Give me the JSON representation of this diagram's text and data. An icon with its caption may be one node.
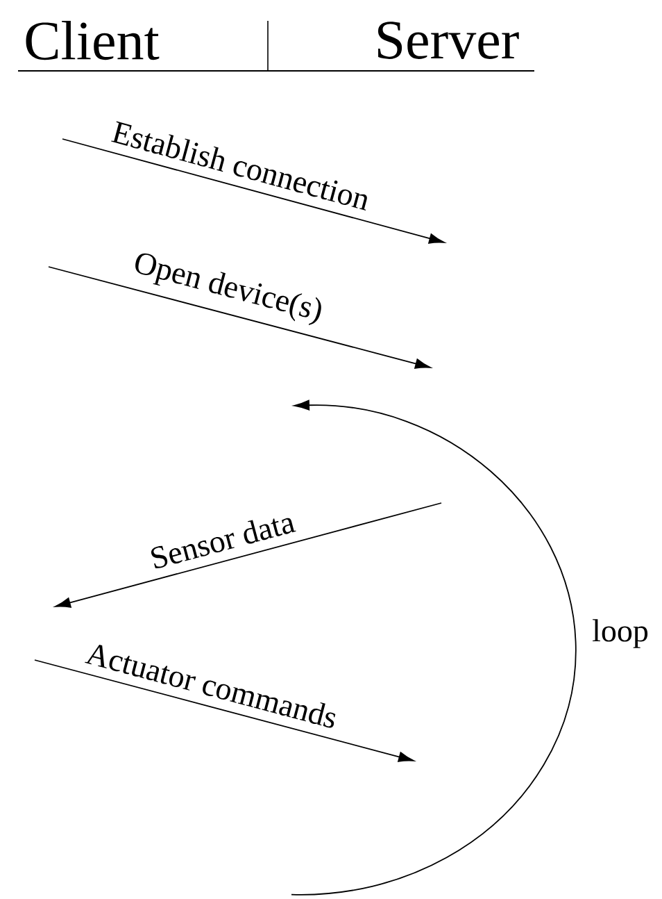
{
  "diagram": {
    "nodes": [
      {
        "text": [
          "Client"
        ]
      },
      {
        "text": [
          "Server"
        ]
      }
    ],
    "labels": [
      "Establish connection",
      "Open device(s)",
      "Sensor data",
      "Actuator commands",
      "loop"
    ]
  }
}
